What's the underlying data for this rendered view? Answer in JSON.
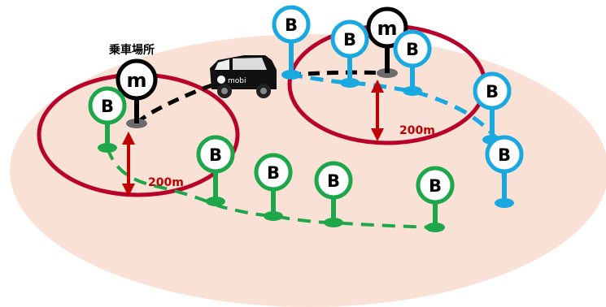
{
  "colors": {
    "ground": "#f9e1d5",
    "radius_ring": "#b8002a",
    "arrow": "#c00000",
    "green": "#1ea74a",
    "blue": "#19a8e0",
    "black": "#000000",
    "base": "#6b6b6b"
  },
  "labels": {
    "pickup": "乗車場所",
    "distance_left": "200m",
    "distance_right": "200m",
    "stop_letter": "B",
    "mobi_letter": "m",
    "van_logo": "mobi"
  },
  "icons": {
    "vehicle": "van-icon",
    "stop_pin": "bus-stop-pin-icon",
    "mobi_pin": "mobi-pin-icon"
  }
}
